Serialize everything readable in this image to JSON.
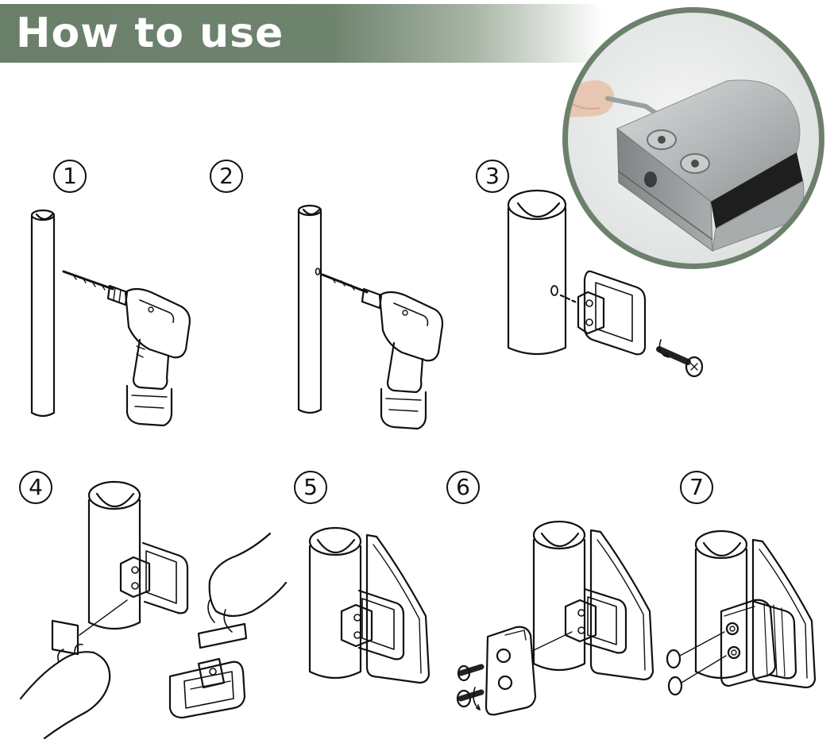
{
  "banner": {
    "title": "How to use"
  },
  "steps": [
    {
      "number": "1"
    },
    {
      "number": "2"
    },
    {
      "number": "3"
    },
    {
      "number": "4"
    },
    {
      "number": "5"
    },
    {
      "number": "6"
    },
    {
      "number": "7"
    }
  ],
  "colors": {
    "banner": "#6d806c",
    "line": "#111111",
    "photo_ring": "#6d806c",
    "steel": "#b9bdbd"
  }
}
